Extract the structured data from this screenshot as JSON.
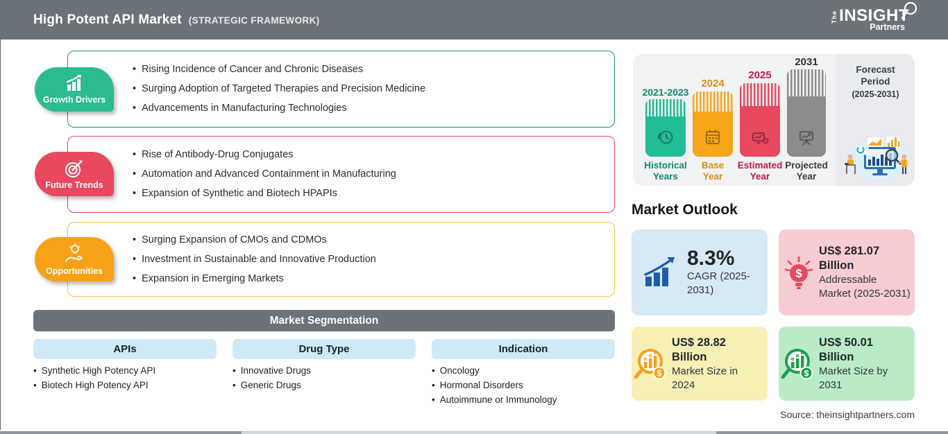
{
  "header": {
    "title": "High Potent API Market",
    "subtitle": "(STRATEGIC FRAMEWORK)",
    "logo": {
      "the": "The",
      "insight": "INSIGHT",
      "partners": "Partners"
    }
  },
  "framework": [
    {
      "label": "Growth Drivers",
      "icon": "bar-chart-rising-arrow-icon",
      "badge_color": "#2abb90",
      "border_color": "#17917a",
      "items": [
        "Rising Incidence of Cancer and Chronic Diseases",
        "Surging Adoption of Targeted Therapies and Precision Medicine",
        "Advancements in Manufacturing Technologies"
      ]
    },
    {
      "label": "Future Trends",
      "icon": "target-dart-icon",
      "badge_color": "#e8495f",
      "border_color": "#e8495f",
      "items": [
        "Rise of Antibody-Drug Conjugates",
        "Automation and Advanced Containment in Manufacturing",
        "Expansion of Synthetic and Biotech HPAPIs"
      ]
    },
    {
      "label": "Opportunities",
      "icon": "lightbulb-hand-icon",
      "badge_color": "#f7a119",
      "border_color": "#f2c33c",
      "items": [
        "Surging Expansion of CMOs and CDMOs",
        "Investment in Sustainable and Innovative Production",
        "Expansion in Emerging Markets"
      ]
    }
  ],
  "segmentation": {
    "title": "Market Segmentation",
    "columns": [
      {
        "header": "APIs",
        "items": [
          "Synthetic High Potency API",
          "Biotech High Potency API"
        ]
      },
      {
        "header": "Drug Type",
        "items": [
          "Innovative Drugs",
          "Generic Drugs"
        ]
      },
      {
        "header": "Indication",
        "items": [
          "Oncology",
          "Hormonal Disorders",
          "Autoimmune or Immunology"
        ]
      }
    ]
  },
  "timeline": {
    "bars": [
      {
        "year": "2021-2023",
        "label": "Historical Years",
        "color": "#20bd96",
        "icon": "clock-history-icon"
      },
      {
        "year": "2024",
        "label": "Base Year",
        "color": "#f7a519",
        "icon": "calendar-icon"
      },
      {
        "year": "2025",
        "label": "Estimated Year",
        "color": "#e8495f",
        "icon": "monitor-gear-icon"
      },
      {
        "year": "2031",
        "label": "Projected Year",
        "color": "#8c8c8e",
        "icon": "presentation-chart-icon"
      }
    ],
    "forecast": {
      "line1": "Forecast",
      "line2": "Period",
      "range": "(2025-2031)",
      "illustration": "analysts-dashboard-illustration"
    }
  },
  "outlook": {
    "title": "Market Outlook",
    "cards": [
      {
        "value": "8.3%",
        "label": "CAGR (2025-2031)",
        "bg": "#d8e9f6",
        "icon": "blue-growth-chart-icon"
      },
      {
        "value": "US$ 281.07 Billion",
        "label": "Addressable Market (2025-2031)",
        "bg": "#f7ccd2",
        "icon": "dollar-bulb-icon"
      },
      {
        "value": "US$ 28.82 Billion",
        "label": "Market Size in 2024",
        "bg": "#f6f0b5",
        "icon": "magnifier-bars-coin-icon-orange"
      },
      {
        "value": "US$ 50.01 Billion",
        "label": "Market Size by 2031",
        "bg": "#b9ecc6",
        "icon": "magnifier-bars-coin-icon-green"
      }
    ]
  },
  "source": "Source: theinsightpartners.com",
  "colors": {
    "header_gray": "#6b7278",
    "pill_blue": "#cfeaf6",
    "icon_blue": "#1d5fa7"
  }
}
